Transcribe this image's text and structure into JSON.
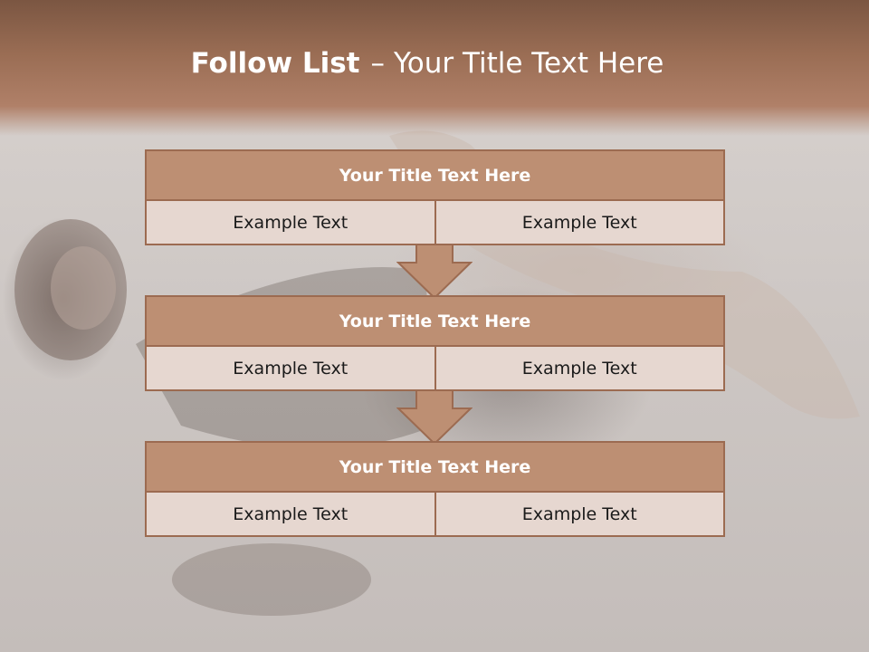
{
  "slide": {
    "title_bold": "Follow List",
    "title_dash": "–",
    "title_rest": "Your Title Text Here"
  },
  "blocks": [
    {
      "heading": "Your Title Text Here",
      "left_text": "Example Text",
      "right_text": "Example Text"
    },
    {
      "heading": "Your Title Text Here",
      "left_text": "Example Text",
      "right_text": "Example Text"
    },
    {
      "heading": "Your Title Text Here",
      "left_text": "Example Text",
      "right_text": "Example Text"
    }
  ],
  "colors": {
    "header_band": "#9a6d54",
    "block_heading": "#bd8f73",
    "block_border": "#9c6b51",
    "cell_fill": "#e6d7d0",
    "arrow_fill": "#bd8f73"
  },
  "icons": [
    "down-arrow-icon"
  ]
}
